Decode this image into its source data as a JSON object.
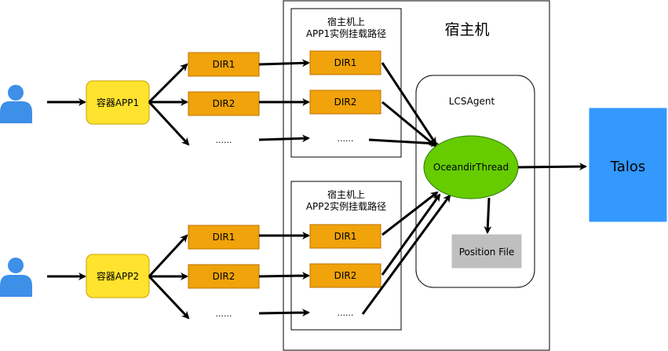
{
  "host": {
    "title": "宿主机"
  },
  "mount_group_1": {
    "line1": "宿主机上",
    "line2": "APP1实例挂载路径"
  },
  "mount_group_2": {
    "line1": "宿主机上",
    "line2": "APP2实例挂载路径"
  },
  "lcs_agent": {
    "label": "LCSAgent"
  },
  "thread": {
    "label": "OceandirThread"
  },
  "position_file": {
    "label": "Position File"
  },
  "talos": {
    "label": "Talos"
  },
  "containers": {
    "app1": "容器APP1",
    "app2": "容器APP2"
  },
  "dirs": {
    "dir1": "DIR1",
    "dir2": "DIR2",
    "more": "......"
  },
  "colors": {
    "user": "#3d8fe8",
    "container_fill": "#ffe32e",
    "container_stroke": "#c9a000",
    "dir_fill": "#f0a30a",
    "dir_stroke": "#bd7000",
    "thread_fill": "#66cc00",
    "thread_stroke": "#2d7600",
    "talos_fill": "#3399ff",
    "position_fill": "#bfbfbf"
  }
}
